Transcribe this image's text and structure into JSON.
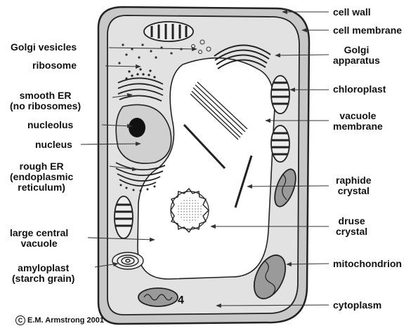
{
  "labels": {
    "cell_wall": "cell wall",
    "cell_membrane": "cell membrane",
    "golgi_vesicles": "Golgi vesicles",
    "ribosome": "ribosome",
    "golgi_apparatus_1": "Golgi",
    "golgi_apparatus_2": "apparatus",
    "smooth_er_1": "smooth ER",
    "smooth_er_2": "(no ribosomes)",
    "chloroplast": "chloroplast",
    "vacuole_membrane_1": "vacuole",
    "vacuole_membrane_2": "membrane",
    "nucleolus": "nucleolus",
    "nucleus": "nucleus",
    "rough_er_1": "rough ER",
    "rough_er_2": "(endoplasmic",
    "rough_er_3": "reticulum)",
    "raphide_crystal_1": "raphide",
    "raphide_crystal_2": "crystal",
    "druse_crystal_1": "druse",
    "druse_crystal_2": "crystal",
    "large_central_vacuole_1": "large central",
    "large_central_vacuole_2": "vacuole",
    "amyloplast_1": "amyloplast",
    "amyloplast_2": "(starch grain)",
    "mitochondrion": "mitochondrion",
    "cytoplasm": "cytoplasm"
  },
  "credit": {
    "symbol": "C",
    "text": "E.M. Armstrong 2001"
  },
  "annotation_number": "4",
  "colors": {
    "ink": "#111111",
    "cytoplasm_fill": "#e3e3e3",
    "wall_fill": "#cfcfcf",
    "vacuole_fill": "#ffffff",
    "organelle_fill": "#9a9a9a"
  }
}
